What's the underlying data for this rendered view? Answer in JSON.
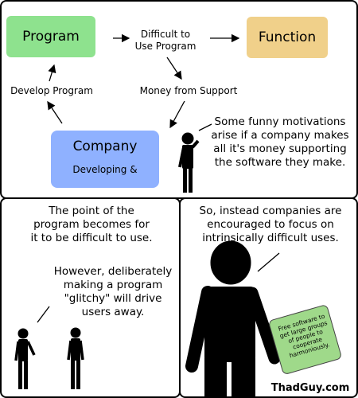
{
  "colors": {
    "program_box": "#8ee28e",
    "function_box": "#f0d08a",
    "company_box": "#8fb1ff",
    "note_fill": "#9fd98a",
    "ink": "#000000",
    "panel_border": "#000000"
  },
  "panel1": {
    "program_label": "Program",
    "function_label": "Function",
    "difficult_label": "Difficult to\nUse Program",
    "develop_label": "Develop Program",
    "money_label": "Money from Support",
    "company_title": "Company",
    "company_subtitle": "Developing &",
    "caption": "Some funny motivations\narise if a company makes\nall it's money supporting\nthe software they make."
  },
  "panel2": {
    "text_top": "The point of the\nprogram becomes for\nit to be difficult to use.",
    "text_bottom": "However, deliberately\nmaking a program\n\"glitchy\" will drive\nusers away."
  },
  "panel3": {
    "text_top": "So, instead companies are\nencouraged to focus on\nintrinsically difficult uses.",
    "note_text": "Free software to\nget large groups\nof people to\ncooperate\nharmoniously.",
    "watermark": "ThadGuy.com"
  },
  "icons": {
    "arrow": "arrow-icon",
    "person": "stick-person-icon"
  }
}
